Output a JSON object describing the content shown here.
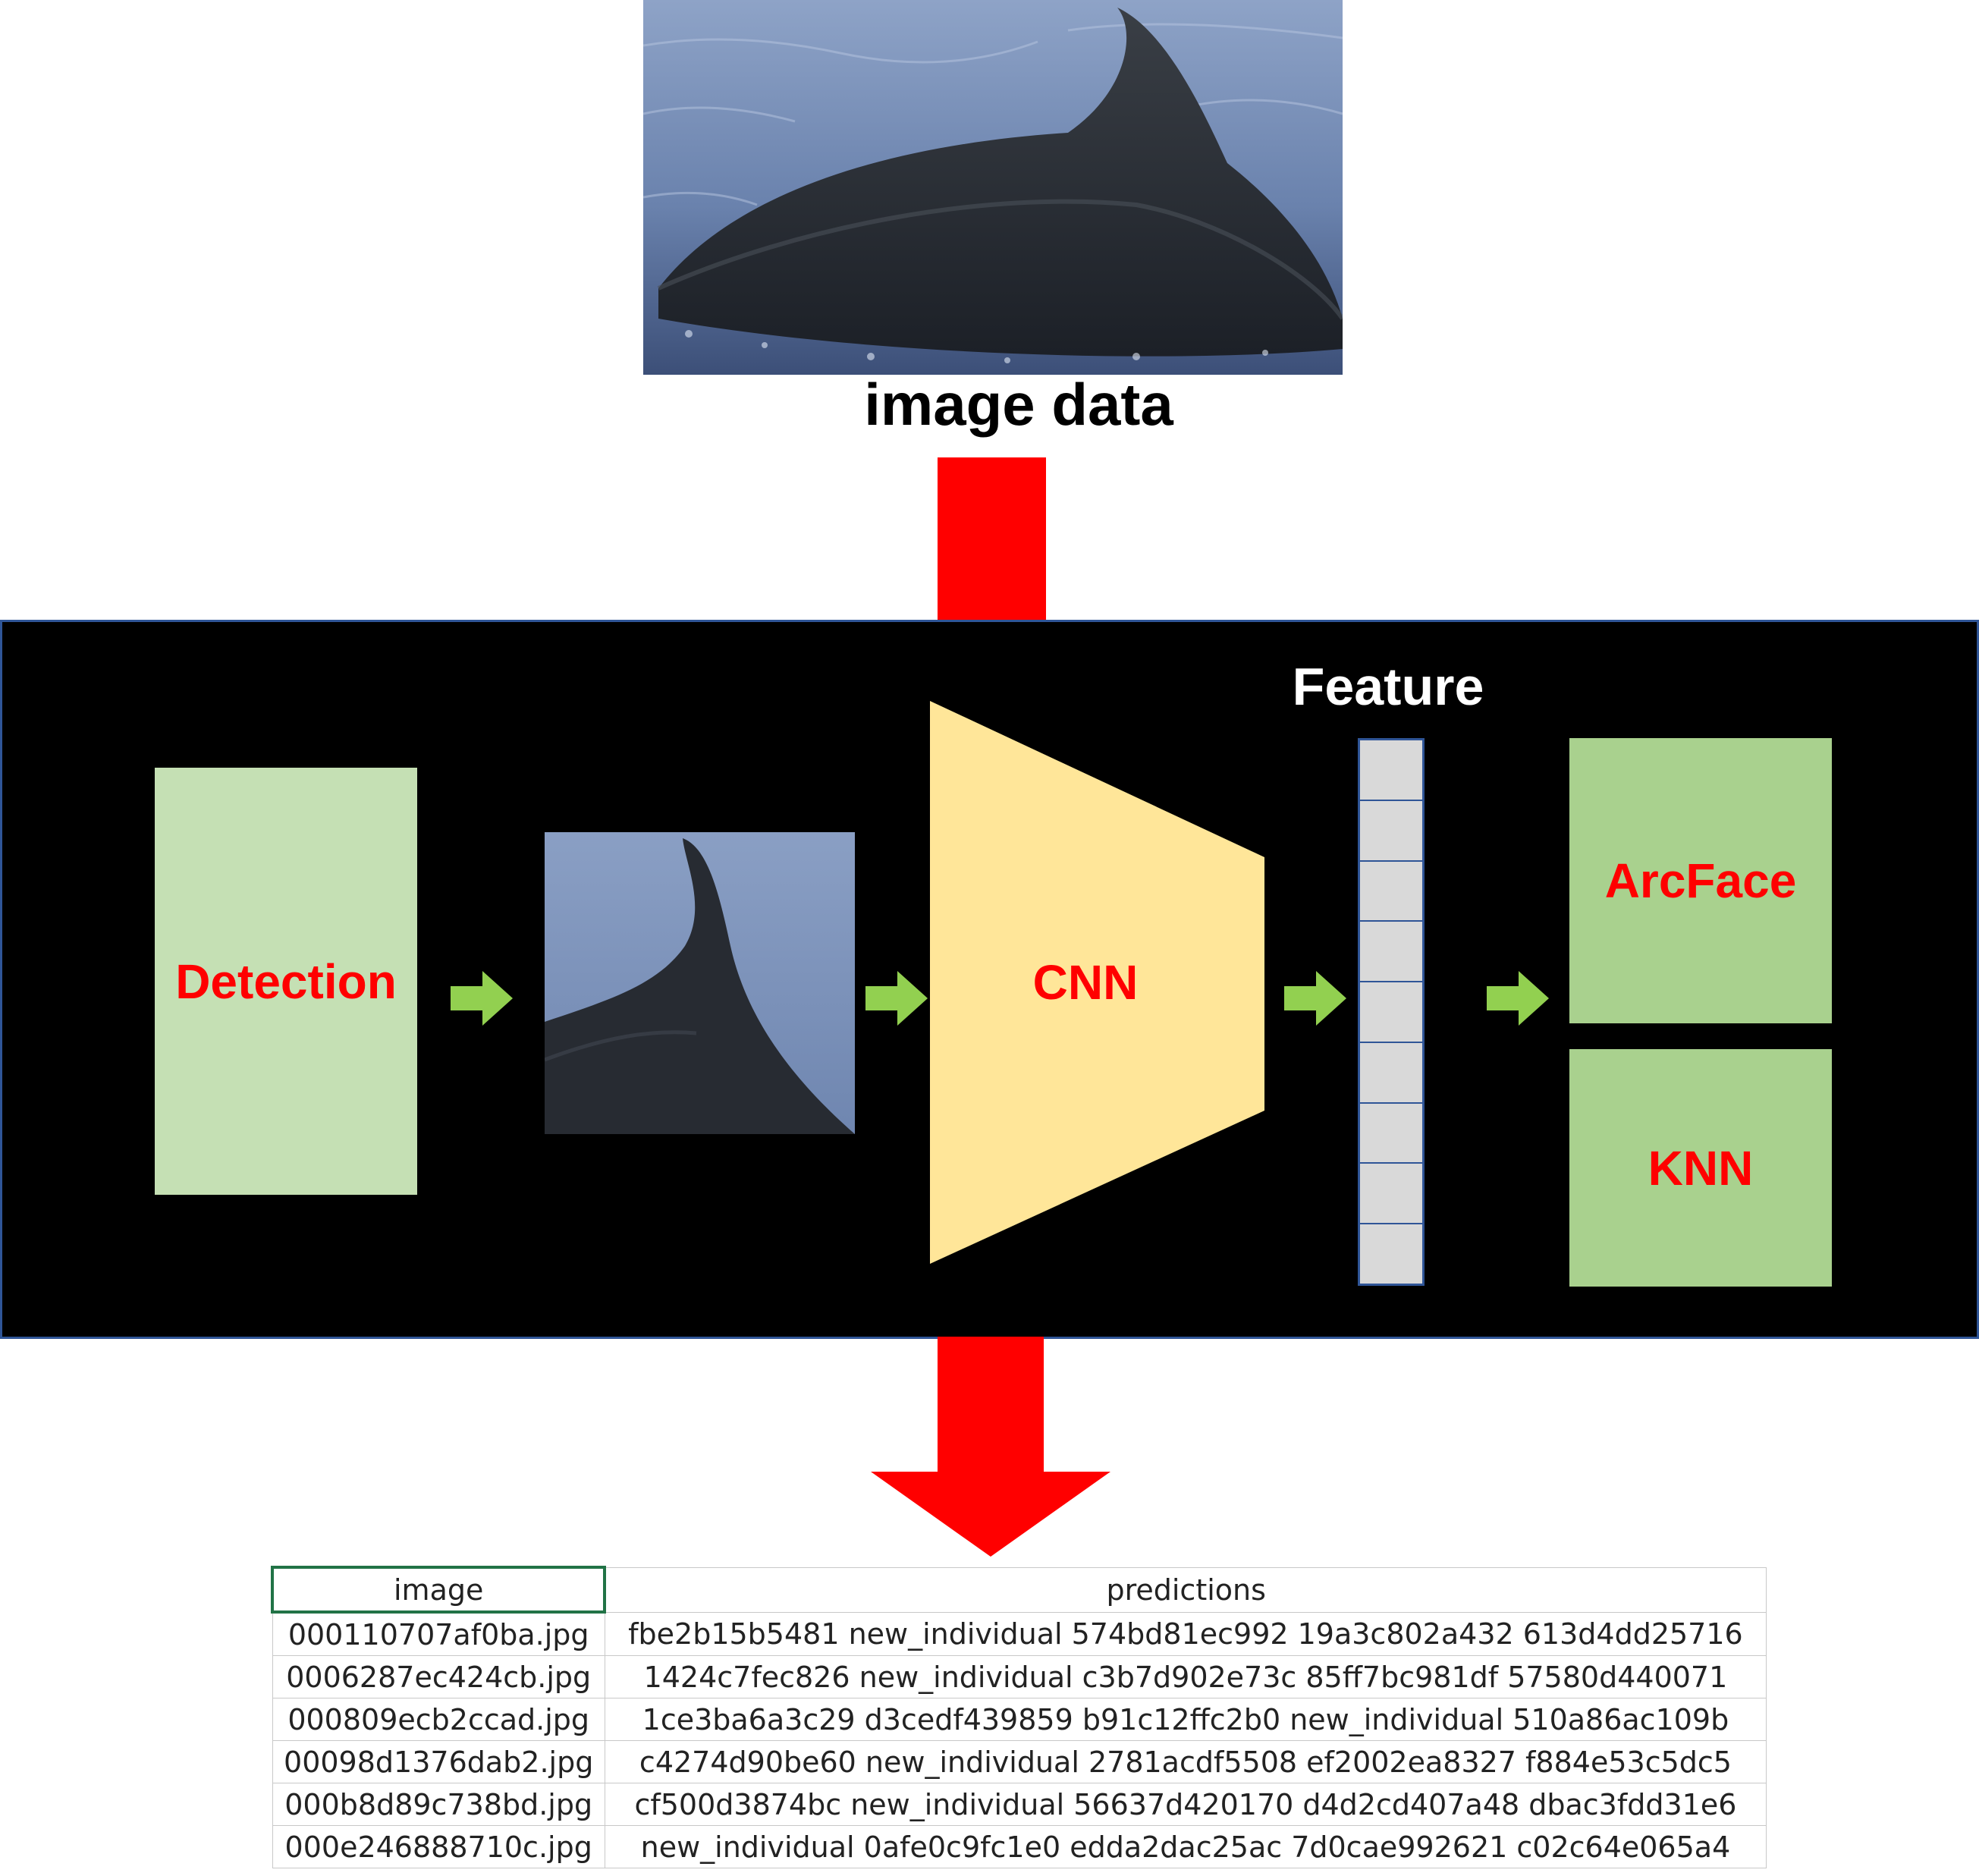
{
  "figure": {
    "input_label": "image data",
    "detection_label": "Detection",
    "cnn_label": "CNN",
    "feature_label": "Feature",
    "arcface_label": "ArcFace",
    "knn_label": "KNN",
    "feature_cells": 9
  },
  "colors": {
    "flow_arrow": "#ff0000",
    "step_arrow": "#92d050",
    "detection_fill": "#c5e0b4",
    "cnn_fill": "#ffe699",
    "head_fill": "#a9d18e",
    "feature_fill": "#d9d9d9",
    "feature_border": "#2f5597",
    "label_red": "#ff0000"
  },
  "table": {
    "headers": [
      "image",
      "predictions"
    ],
    "rows": [
      [
        "000110707af0ba.jpg",
        "fbe2b15b5481 new_individual 574bd81ec992 19a3c802a432 613d4dd25716"
      ],
      [
        "0006287ec424cb.jpg",
        "1424c7fec826 new_individual c3b7d902e73c 85ff7bc981df 57580d440071"
      ],
      [
        "000809ecb2ccad.jpg",
        "1ce3ba6a3c29 d3cedf439859 b91c12ffc2b0 new_individual 510a86ac109b"
      ],
      [
        "00098d1376dab2.jpg",
        "c4274d90be60 new_individual 2781acdf5508 ef2002ea8327 f884e53c5dc5"
      ],
      [
        "000b8d89c738bd.jpg",
        "cf500d3874bc new_individual 56637d420170 d4d2cd407a48 dbac3fdd31e6"
      ],
      [
        "000e246888710c.jpg",
        "new_individual 0afe0c9fc1e0 edda2dac25ac 7d0cae992621 c02c64e065a4"
      ]
    ]
  }
}
